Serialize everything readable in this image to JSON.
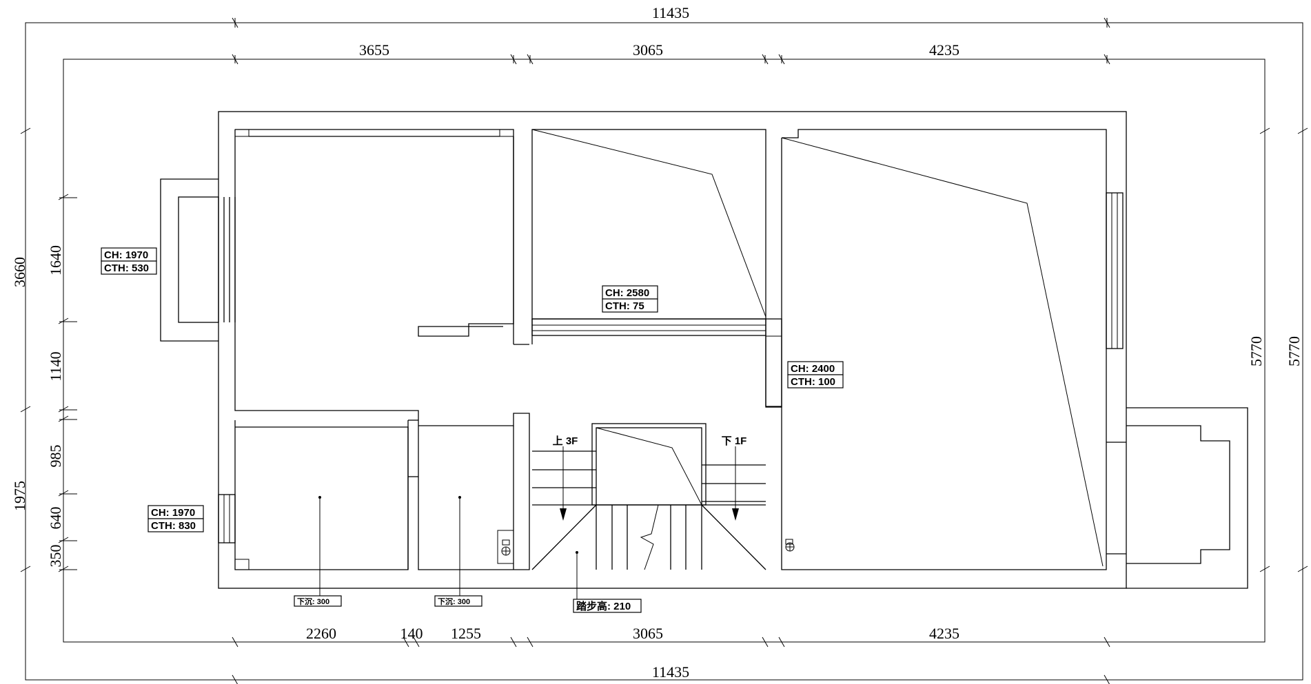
{
  "dimensions": {
    "top_total": "11435",
    "top_segments": [
      "3655",
      "3065",
      "4235"
    ],
    "bottom_segments": [
      "2260",
      "140",
      "1255",
      "3065",
      "4235"
    ],
    "bottom_total": "11435",
    "left_total": "3660",
    "left_segments": [
      "1640",
      "1140",
      "985",
      "640",
      "350"
    ],
    "left_lower": "1975",
    "right_inner": "5770",
    "right_outer": "5770"
  },
  "ceiling_labels": [
    {
      "ch": "CH: 1970",
      "cth": "CTH: 530"
    },
    {
      "ch": "CH: 2580",
      "cth": "CTH: 75"
    },
    {
      "ch": "CH: 2400",
      "cth": "CTH: 100"
    },
    {
      "ch": "CH: 1970",
      "cth": "CTH: 830"
    }
  ],
  "stairs": {
    "up": "上 3F",
    "down": "下 1F",
    "step_height": "踏步高: 210"
  },
  "sunken": [
    "下沉: 300",
    "下沉: 300"
  ]
}
